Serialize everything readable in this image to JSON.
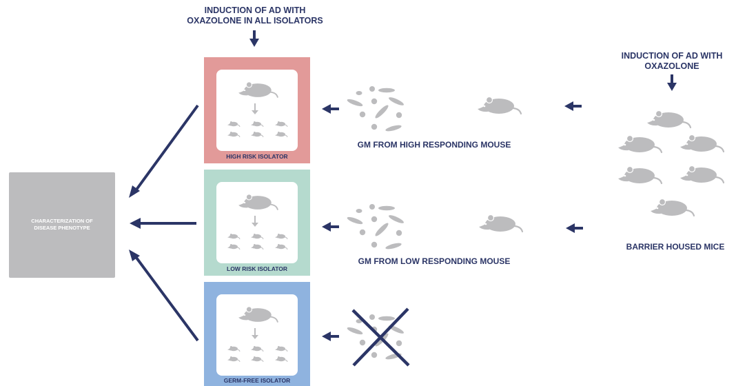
{
  "top_label": {
    "line1": "INDUCTION OF AD WITH",
    "line2": "OXAZOLONE IN ALL ISOLATORS"
  },
  "right_label": {
    "line1": "INDUCTION OF AD WITH",
    "line2": "OXAZOLONE"
  },
  "gm_high_label": "GM FROM HIGH RESPONDING MOUSE",
  "gm_low_label": "GM FROM LOW RESPONDING MOUSE",
  "barrier_label": "BARRIER HOUSED MICE",
  "characterization": {
    "line1": "CHARACTERIZATION OF",
    "line2": "DISEASE PHENOTYPE"
  },
  "isolators": [
    {
      "label": "HIGH RISK ISOLATOR",
      "color": "#e29a99"
    },
    {
      "label": "LOW RISK ISOLATOR",
      "color": "#b5dace"
    },
    {
      "label": "GERM-FREE ISOLATOR",
      "color": "#8fb3df"
    }
  ],
  "colors": {
    "arrow": "#2b3566",
    "mouse": "#bcbcbe",
    "box_gray": "#bcbcbe"
  }
}
